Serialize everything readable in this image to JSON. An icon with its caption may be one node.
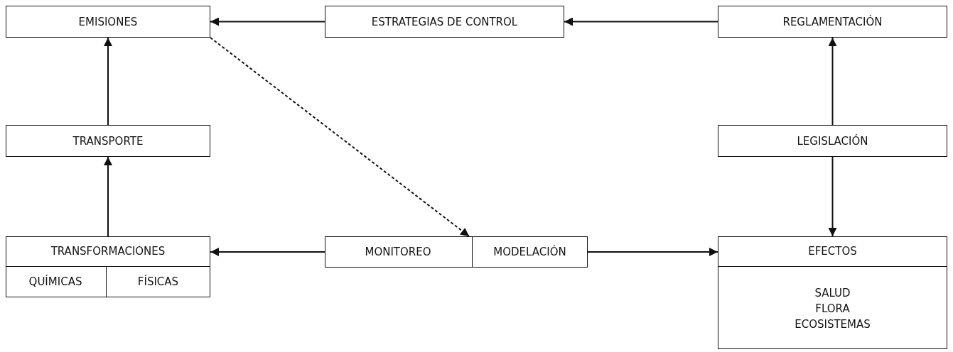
{
  "diagram": {
    "nodes": [
      {
        "text": [
          "EMISIONES"
        ]
      },
      {
        "text": [
          "ESTRATEGIAS DE CONTROL"
        ]
      },
      {
        "text": [
          "REGLAMENTACIÓN"
        ]
      },
      {
        "text": [
          "TRANSPORTE"
        ]
      },
      {
        "text": [
          "LEGISLACIÓN"
        ]
      },
      {
        "text": [
          "TRANSFORMACIONES"
        ]
      },
      {
        "text": [
          "QUÍMICAS"
        ],
        "in": 5
      },
      {
        "text": [
          "FÍSICAS"
        ],
        "in": 5
      },
      {
        "text": [],
        "shape": "box"
      },
      {
        "text": [
          "MONITOREO"
        ],
        "in": 8
      },
      {
        "text": [
          "MODELACIÓN"
        ],
        "in": 8
      },
      {
        "text": [
          "EFECTOS",
          "SALUD FLORA ECOSISTEMAS"
        ]
      }
    ],
    "edges": [
      {
        "from": 1,
        "to": 0,
        "arrow": "to"
      },
      {
        "from": 2,
        "to": 1,
        "arrow": "to"
      },
      {
        "from": 4,
        "to": 2,
        "arrow": "to"
      },
      {
        "from": 4,
        "to": 11,
        "arrow": "to"
      },
      {
        "from": 3,
        "to": 0,
        "arrow": "to"
      },
      {
        "from": 5,
        "to": 3,
        "arrow": "to"
      },
      {
        "from": 8,
        "to": 5,
        "arrow": "to"
      },
      {
        "from": 8,
        "to": 11,
        "arrow": "to"
      },
      {
        "from": 0,
        "to": 8,
        "arrow": "to",
        "style": "dashed"
      }
    ]
  }
}
